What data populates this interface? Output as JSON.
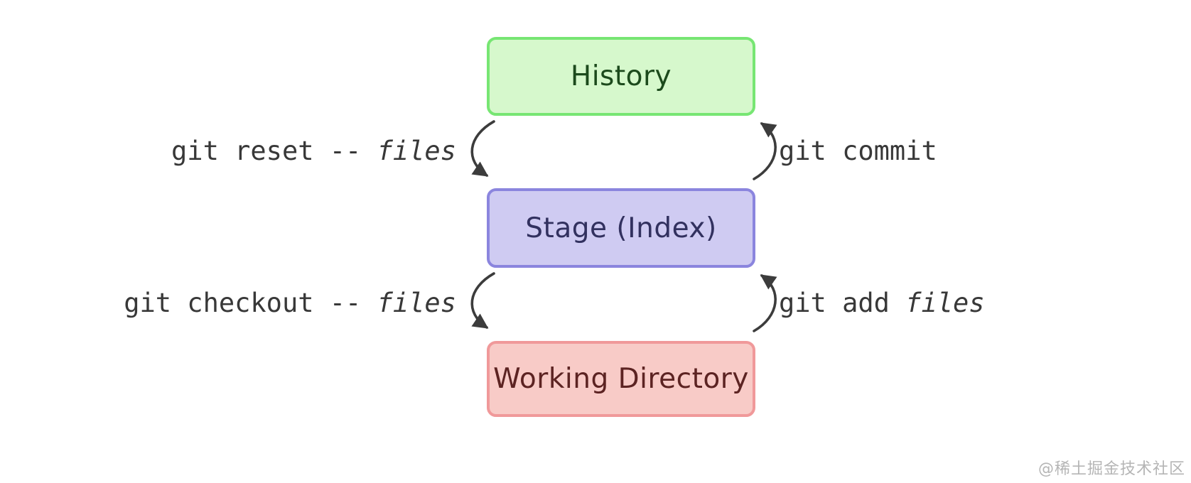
{
  "diagram": {
    "boxes": {
      "history": {
        "label": "History",
        "fill": "#d6f8cc",
        "border": "#77e673",
        "text_color": "#1c4a1c"
      },
      "stage": {
        "label": "Stage (Index)",
        "fill": "#cfcbf2",
        "border": "#8b85de",
        "text_color": "#32315f"
      },
      "working": {
        "label": "Working Directory",
        "fill": "#f8cbc7",
        "border": "#f0999a",
        "text_color": "#5c2322"
      }
    },
    "edges": {
      "reset": {
        "label": "git reset -- ",
        "label_italic": "files",
        "from": "History",
        "to": "Stage (Index)",
        "side": "left"
      },
      "commit": {
        "label": "git commit",
        "label_italic": "",
        "from": "Stage (Index)",
        "to": "History",
        "side": "right"
      },
      "checkout": {
        "label": "git checkout -- ",
        "label_italic": "files",
        "from": "Stage (Index)",
        "to": "Working Directory",
        "side": "left"
      },
      "add": {
        "label": "git add ",
        "label_italic": "files",
        "from": "Working Directory",
        "to": "Stage (Index)",
        "side": "right"
      }
    }
  },
  "colors": {
    "arrow": "#3c3c3c",
    "background": "#ffffff"
  },
  "watermark": "@稀土掘金技术社区"
}
